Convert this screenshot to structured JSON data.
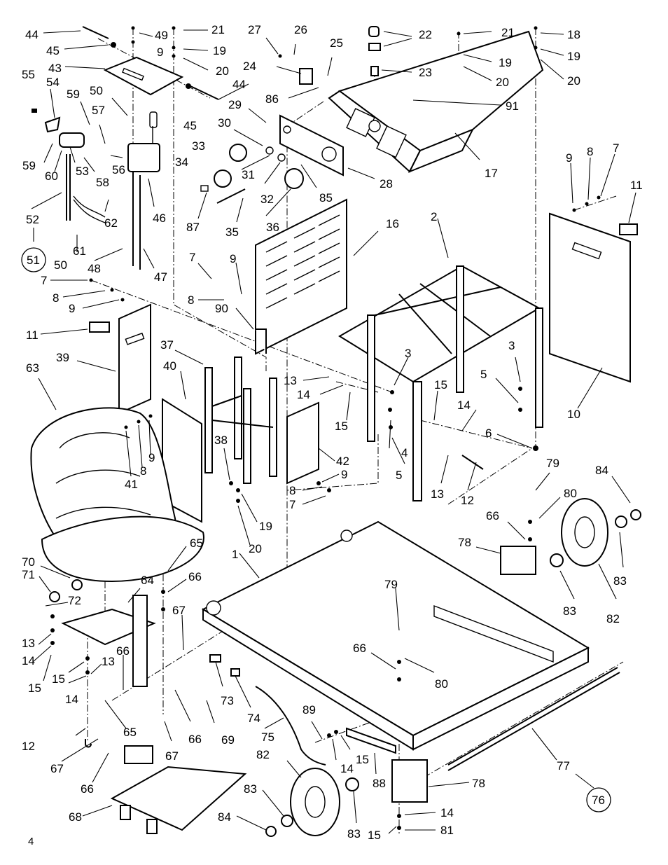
{
  "page": {
    "number": "4"
  },
  "diagram": {
    "type": "exploded-parts-diagram",
    "callouts": [
      {
        "id": "c-44a",
        "text": "44"
      },
      {
        "id": "c-45a",
        "text": "45"
      },
      {
        "id": "c-43",
        "text": "43"
      },
      {
        "id": "c-49",
        "text": "49"
      },
      {
        "id": "c-9a",
        "text": "9"
      },
      {
        "id": "c-21a",
        "text": "21"
      },
      {
        "id": "c-19a",
        "text": "19"
      },
      {
        "id": "c-20a",
        "text": "20"
      },
      {
        "id": "c-44b",
        "text": "44"
      },
      {
        "id": "c-45b",
        "text": "45"
      },
      {
        "id": "c-27",
        "text": "27"
      },
      {
        "id": "c-26",
        "text": "26"
      },
      {
        "id": "c-25",
        "text": "25"
      },
      {
        "id": "c-24",
        "text": "24"
      },
      {
        "id": "c-86",
        "text": "86"
      },
      {
        "id": "c-22",
        "text": "22"
      },
      {
        "id": "c-23",
        "text": "23"
      },
      {
        "id": "c-21b",
        "text": "21"
      },
      {
        "id": "c-19b",
        "text": "19"
      },
      {
        "id": "c-20b",
        "text": "20"
      },
      {
        "id": "c-18",
        "text": "18"
      },
      {
        "id": "c-19c",
        "text": "19"
      },
      {
        "id": "c-20c",
        "text": "20"
      },
      {
        "id": "c-91",
        "text": "91"
      },
      {
        "id": "c-17",
        "text": "17"
      },
      {
        "id": "c-55",
        "text": "55"
      },
      {
        "id": "c-54",
        "text": "54"
      },
      {
        "id": "c-59a",
        "text": "59"
      },
      {
        "id": "c-50a",
        "text": "50"
      },
      {
        "id": "c-57",
        "text": "57"
      },
      {
        "id": "c-29",
        "text": "29"
      },
      {
        "id": "c-30",
        "text": "30"
      },
      {
        "id": "c-33",
        "text": "33"
      },
      {
        "id": "c-34",
        "text": "34"
      },
      {
        "id": "c-31",
        "text": "31"
      },
      {
        "id": "c-32",
        "text": "32"
      },
      {
        "id": "c-28",
        "text": "28"
      },
      {
        "id": "c-85",
        "text": "85"
      },
      {
        "id": "c-36",
        "text": "36"
      },
      {
        "id": "c-87",
        "text": "87"
      },
      {
        "id": "c-35",
        "text": "35"
      },
      {
        "id": "c-59b",
        "text": "59"
      },
      {
        "id": "c-60",
        "text": "60"
      },
      {
        "id": "c-53",
        "text": "53"
      },
      {
        "id": "c-58",
        "text": "58"
      },
      {
        "id": "c-56",
        "text": "56"
      },
      {
        "id": "c-46",
        "text": "46"
      },
      {
        "id": "c-52",
        "text": "52"
      },
      {
        "id": "c-62",
        "text": "62"
      },
      {
        "id": "c-51",
        "text": "51",
        "circled": true
      },
      {
        "id": "c-50b",
        "text": "50"
      },
      {
        "id": "c-61",
        "text": "61"
      },
      {
        "id": "c-48",
        "text": "48"
      },
      {
        "id": "c-47",
        "text": "47"
      },
      {
        "id": "c-9b",
        "text": "9"
      },
      {
        "id": "c-8a",
        "text": "8"
      },
      {
        "id": "c-7a",
        "text": "7"
      },
      {
        "id": "c-11a",
        "text": "11"
      },
      {
        "id": "c-16",
        "text": "16"
      },
      {
        "id": "c-2",
        "text": "2"
      },
      {
        "id": "c-7b",
        "text": "7"
      },
      {
        "id": "c-9c",
        "text": "9"
      },
      {
        "id": "c-7c",
        "text": "7"
      },
      {
        "id": "c-8b",
        "text": "8"
      },
      {
        "id": "c-8c",
        "text": "8"
      },
      {
        "id": "c-9d",
        "text": "9"
      },
      {
        "id": "c-90",
        "text": "90"
      },
      {
        "id": "c-11b",
        "text": "11"
      },
      {
        "id": "c-10",
        "text": "10"
      },
      {
        "id": "c-39",
        "text": "39"
      },
      {
        "id": "c-37",
        "text": "37"
      },
      {
        "id": "c-40",
        "text": "40"
      },
      {
        "id": "c-63",
        "text": "63"
      },
      {
        "id": "c-13a",
        "text": "13"
      },
      {
        "id": "c-14a",
        "text": "14"
      },
      {
        "id": "c-3a",
        "text": "3"
      },
      {
        "id": "c-3b",
        "text": "3"
      },
      {
        "id": "c-15a",
        "text": "15"
      },
      {
        "id": "c-5a",
        "text": "5"
      },
      {
        "id": "c-15b",
        "text": "15"
      },
      {
        "id": "c-14b",
        "text": "14"
      },
      {
        "id": "c-6",
        "text": "6"
      },
      {
        "id": "c-4",
        "text": "4"
      },
      {
        "id": "c-5b",
        "text": "5"
      },
      {
        "id": "c-13b",
        "text": "13"
      },
      {
        "id": "c-12a",
        "text": "12"
      },
      {
        "id": "c-41",
        "text": "41"
      },
      {
        "id": "c-8d",
        "text": "8"
      },
      {
        "id": "c-9e",
        "text": "9"
      },
      {
        "id": "c-38",
        "text": "38"
      },
      {
        "id": "c-42",
        "text": "42"
      },
      {
        "id": "c-9f",
        "text": "9"
      },
      {
        "id": "c-8e",
        "text": "8"
      },
      {
        "id": "c-7d",
        "text": "7"
      },
      {
        "id": "c-19d",
        "text": "19"
      },
      {
        "id": "c-20d",
        "text": "20"
      },
      {
        "id": "c-79a",
        "text": "79"
      },
      {
        "id": "c-80a",
        "text": "80"
      },
      {
        "id": "c-84a",
        "text": "84"
      },
      {
        "id": "c-66a",
        "text": "66"
      },
      {
        "id": "c-78a",
        "text": "78"
      },
      {
        "id": "c-83a",
        "text": "83"
      },
      {
        "id": "c-83b",
        "text": "83"
      },
      {
        "id": "c-82a",
        "text": "82"
      },
      {
        "id": "c-1",
        "text": "1"
      },
      {
        "id": "c-65a",
        "text": "65"
      },
      {
        "id": "c-70",
        "text": "70"
      },
      {
        "id": "c-71",
        "text": "71"
      },
      {
        "id": "c-72",
        "text": "72"
      },
      {
        "id": "c-64",
        "text": "64"
      },
      {
        "id": "c-66b",
        "text": "66"
      },
      {
        "id": "c-67a",
        "text": "67"
      },
      {
        "id": "c-13c",
        "text": "13"
      },
      {
        "id": "c-14c",
        "text": "14"
      },
      {
        "id": "c-15c",
        "text": "15"
      },
      {
        "id": "c-15d",
        "text": "15"
      },
      {
        "id": "c-13d",
        "text": "13"
      },
      {
        "id": "c-66c",
        "text": "66"
      },
      {
        "id": "c-14d",
        "text": "14"
      },
      {
        "id": "c-79b",
        "text": "79"
      },
      {
        "id": "c-66d",
        "text": "66"
      },
      {
        "id": "c-80b",
        "text": "80"
      },
      {
        "id": "c-73",
        "text": "73"
      },
      {
        "id": "c-74",
        "text": "74"
      },
      {
        "id": "c-65b",
        "text": "65"
      },
      {
        "id": "c-66e",
        "text": "66"
      },
      {
        "id": "c-69",
        "text": "69"
      },
      {
        "id": "c-12b",
        "text": "12"
      },
      {
        "id": "c-67b",
        "text": "67"
      },
      {
        "id": "c-75",
        "text": "75"
      },
      {
        "id": "c-89",
        "text": "89"
      },
      {
        "id": "c-77",
        "text": "77"
      },
      {
        "id": "c-67c",
        "text": "67"
      },
      {
        "id": "c-14e",
        "text": "14"
      },
      {
        "id": "c-15e",
        "text": "15"
      },
      {
        "id": "c-82b",
        "text": "82"
      },
      {
        "id": "c-88",
        "text": "88"
      },
      {
        "id": "c-78b",
        "text": "78"
      },
      {
        "id": "c-66f",
        "text": "66"
      },
      {
        "id": "c-76",
        "text": "76",
        "circled": true
      },
      {
        "id": "c-83c",
        "text": "83"
      },
      {
        "id": "c-68",
        "text": "68"
      },
      {
        "id": "c-84b",
        "text": "84"
      },
      {
        "id": "c-83d",
        "text": "83"
      },
      {
        "id": "c-14f",
        "text": "14"
      },
      {
        "id": "c-15f",
        "text": "15"
      },
      {
        "id": "c-81",
        "text": "81"
      }
    ]
  }
}
